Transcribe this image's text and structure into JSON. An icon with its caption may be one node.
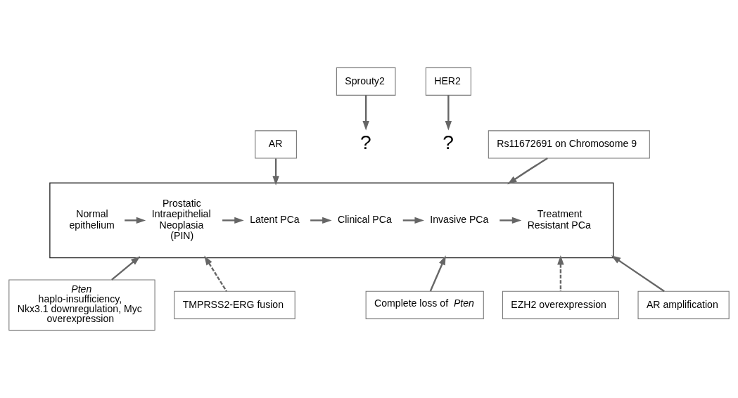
{
  "diagram": {
    "nodes": [
      {
        "text": [],
        "shape": "box"
      },
      {
        "text": [
          "Normal epithelium"
        ],
        "in": 0
      },
      {
        "text": [
          "Prostatic Intraepithelial Neoplasia (PIN)"
        ],
        "in": 0
      },
      {
        "text": [
          "Latent PCa"
        ],
        "in": 0
      },
      {
        "text": [
          "Clinical PCa"
        ],
        "in": 0
      },
      {
        "text": [
          "Invasive PCa"
        ],
        "in": 0
      },
      {
        "text": [
          "Treatment Resistant PCa"
        ],
        "in": 0
      },
      {
        "text": [
          "AR"
        ]
      },
      {
        "text": [
          "Sprouty2"
        ]
      },
      {
        "text": [
          "?"
        ]
      },
      {
        "text": [
          "HER2"
        ]
      },
      {
        "text": [
          "?"
        ]
      },
      {
        "text": [
          "Rs11672691 on Chromosome 9"
        ]
      },
      {
        "text": [
          "*Pten* haplo-insufficiency, Nkx3.1 downregulation, Myc overexpression"
        ]
      },
      {
        "text": [
          "TMPRSS2-ERG fusion"
        ]
      },
      {
        "text": [
          "Complete loss of *Pten*"
        ]
      },
      {
        "text": [
          "EZH2 overexpression"
        ]
      },
      {
        "text": [
          "AR amplification"
        ]
      }
    ],
    "edges": [
      {
        "from": 1,
        "to": 2,
        "arrow": "to"
      },
      {
        "from": 2,
        "to": 3,
        "arrow": "to"
      },
      {
        "from": 3,
        "to": 4,
        "arrow": "to"
      },
      {
        "from": 4,
        "to": 5,
        "arrow": "to"
      },
      {
        "from": 5,
        "to": 6,
        "arrow": "to"
      },
      {
        "from": 7,
        "to": 0,
        "arrow": "to"
      },
      {
        "from": 8,
        "to": 9,
        "arrow": "to"
      },
      {
        "from": 10,
        "to": 11,
        "arrow": "to"
      },
      {
        "from": 12,
        "to": 0,
        "arrow": "to"
      },
      {
        "from": 13,
        "to": 0,
        "arrow": "to"
      },
      {
        "from": 14,
        "to": 0,
        "arrow": "to",
        "style": "dashed"
      },
      {
        "from": 15,
        "to": 0,
        "arrow": "to"
      },
      {
        "from": 16,
        "to": 0,
        "arrow": "to",
        "style": "dashed"
      },
      {
        "from": 17,
        "to": 0,
        "arrow": "to"
      }
    ]
  }
}
